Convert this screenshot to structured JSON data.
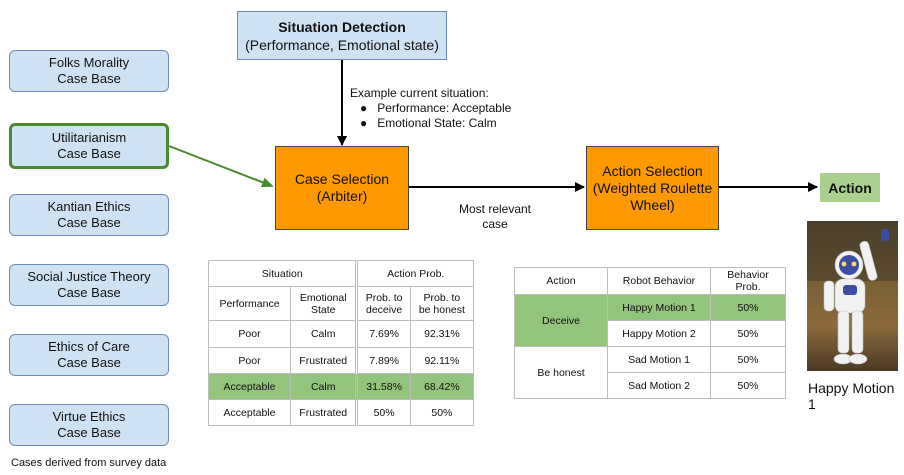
{
  "case_bases": [
    {
      "label": "Folks Morality\nCase Base",
      "selected": false
    },
    {
      "label": "Utilitarianism\nCase Base",
      "selected": true
    },
    {
      "label": "Kantian Ethics\nCase Base",
      "selected": false
    },
    {
      "label": "Social Justice Theory\nCase Base",
      "selected": false
    },
    {
      "label": "Ethics of Care\nCase Base",
      "selected": false
    },
    {
      "label": "Virtue Ethics\nCase Base",
      "selected": false
    }
  ],
  "case_bases_caption": "Cases derived from survey data",
  "situation_detection": {
    "title": "Situation Detection",
    "subtitle": "(Performance, Emotional state)"
  },
  "example": {
    "heading": "Example current situation:",
    "bullets": [
      "Performance: Acceptable",
      "Emotional State: Calm"
    ]
  },
  "case_selection": "Case Selection\n(Arbiter)",
  "action_selection": "Action Selection\n(Weighted Roulette\nWheel)",
  "action": "Action",
  "edge_label": "Most relevant\ncase",
  "situation_table": {
    "group_headers": [
      "Situation",
      "Action Prob."
    ],
    "sub_headers": [
      "Performance",
      "Emotional\nState",
      "Prob. to\ndeceive",
      "Prob. to\nbe honest"
    ],
    "rows": [
      {
        "cells": [
          "Poor",
          "Calm",
          "7.69%",
          "92.31%"
        ],
        "highlight": false
      },
      {
        "cells": [
          "Poor",
          "Frustrated",
          "7.89%",
          "92.11%"
        ],
        "highlight": false
      },
      {
        "cells": [
          "Acceptable",
          "Calm",
          "31.58%",
          "68.42%"
        ],
        "highlight": true
      },
      {
        "cells": [
          "Acceptable",
          "Frustrated",
          "50%",
          "50%"
        ],
        "highlight": false
      }
    ]
  },
  "behavior_table": {
    "headers": [
      "Action",
      "Robot Behavior",
      "Behavior Prob."
    ],
    "groups": [
      {
        "action": "Deceive",
        "highlight": true,
        "rows": [
          [
            "Happy Motion 1",
            "50%"
          ],
          [
            "Happy Motion 2",
            "50%"
          ]
        ]
      },
      {
        "action": "Be honest",
        "highlight": false,
        "rows": [
          [
            "Sad Motion 1",
            "50%"
          ],
          [
            "Sad Motion 2",
            "50%"
          ]
        ]
      }
    ]
  },
  "robot_caption": "Happy Motion 1",
  "colors": {
    "case_fill": "#cfe2f3",
    "orange": "#ff9900",
    "green": "#93c47d",
    "selected_border": "#4b8a2e"
  }
}
